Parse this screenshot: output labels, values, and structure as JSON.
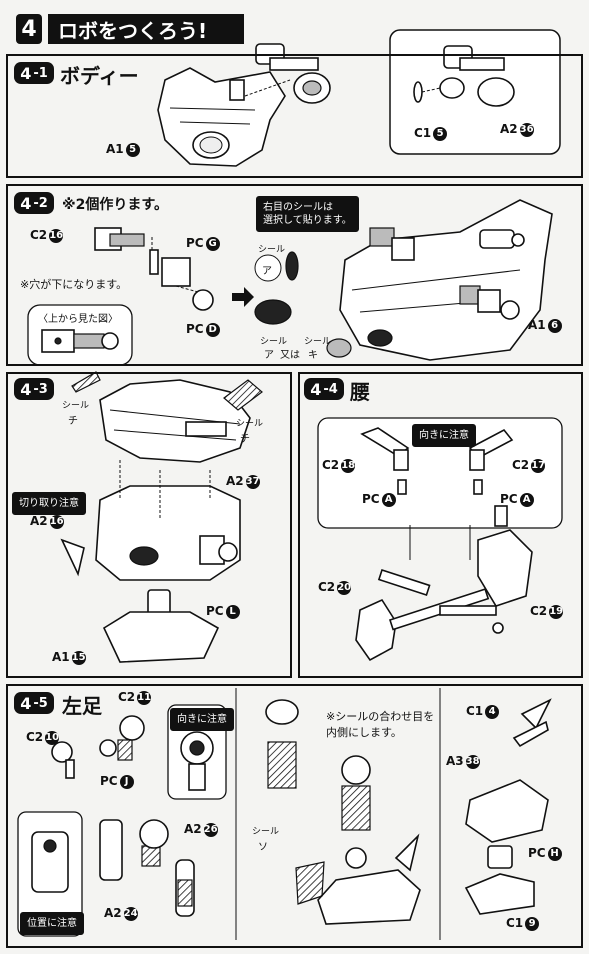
{
  "header": {
    "number": "4",
    "title": "ロボをつくろう!"
  },
  "steps": {
    "s41": {
      "badge": "4",
      "sub": "-1",
      "title": "ボディー"
    },
    "s42": {
      "badge": "4",
      "sub": "-2",
      "title": "※2個作ります。"
    },
    "s43": {
      "badge": "4",
      "sub": "-3"
    },
    "s44": {
      "badge": "4",
      "sub": "-4",
      "title": "腰"
    },
    "s45": {
      "badge": "4",
      "sub": "-5",
      "title": "左足"
    }
  },
  "parts": {
    "a1_5": {
      "code": "A1",
      "num": "5"
    },
    "c1_5": {
      "code": "C1",
      "num": "5"
    },
    "a2_36": {
      "code": "A2",
      "num": "36"
    },
    "c2_16": {
      "code": "C2",
      "num": "16"
    },
    "pc_g": {
      "code": "PC",
      "num": "G"
    },
    "pc_d": {
      "code": "PC",
      "num": "D"
    },
    "a1_6": {
      "code": "A1",
      "num": "6"
    },
    "a2_37": {
      "code": "A2",
      "num": "37"
    },
    "a2_16": {
      "code": "A2",
      "num": "16"
    },
    "pc_l": {
      "code": "PC",
      "num": "L"
    },
    "a1_15": {
      "code": "A1",
      "num": "15"
    },
    "c2_18": {
      "code": "C2",
      "num": "18"
    },
    "c2_17": {
      "code": "C2",
      "num": "17"
    },
    "pc_a1": {
      "code": "PC",
      "num": "A"
    },
    "pc_a2": {
      "code": "PC",
      "num": "A"
    },
    "c2_20": {
      "code": "C2",
      "num": "20"
    },
    "c2_19": {
      "code": "C2",
      "num": "19"
    },
    "c2_11": {
      "code": "C2",
      "num": "11"
    },
    "c2_10": {
      "code": "C2",
      "num": "10"
    },
    "pc_j": {
      "code": "PC",
      "num": "J"
    },
    "a2_26": {
      "code": "A2",
      "num": "26"
    },
    "a2_24": {
      "code": "A2",
      "num": "24"
    },
    "c1_4": {
      "code": "C1",
      "num": "4"
    },
    "a3_38": {
      "code": "A3",
      "num": "38"
    },
    "pc_h": {
      "code": "PC",
      "num": "H"
    },
    "c1_9": {
      "code": "C1",
      "num": "9"
    }
  },
  "notes": {
    "hole_down": "※穴が下になります。",
    "top_view": "〈上から見た図〉",
    "seal_select": "右目のシールは\n選択して貼ります。",
    "seal_a": "シール",
    "seal_a_mark": "ア",
    "seal_or": "又は",
    "seal_ki": "キ",
    "seal_chi": "チ",
    "cut_note": "切り取り注意",
    "direction_note": "向きに注意",
    "direction_note2": "向きに注意",
    "seal_align": "※シールの合わせ目を\n内側にします。",
    "seal_so": "ソ",
    "position_note": "位置に注意"
  }
}
